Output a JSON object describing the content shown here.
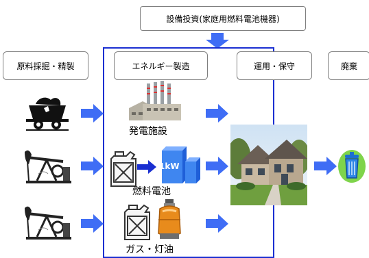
{
  "top_box": {
    "label": "設備投資(家庭用燃料電池機器)"
  },
  "stages": [
    {
      "label": "原料採掘・精製"
    },
    {
      "label": "エネルギー製造"
    },
    {
      "label": "運用・保守"
    },
    {
      "label": "廃棄"
    }
  ],
  "captions": {
    "power_plant": "発電施設",
    "fuel_cell": "燃料電池",
    "gas_kerosene": "ガス・灯油"
  },
  "fuel_cell_unit": "1kW",
  "colors": {
    "arrow_blue": "#3f6df5",
    "frame_blue": "#1a2fd1",
    "box_border": "#7f7f7f"
  },
  "icons": [
    "coal-cart-icon",
    "oil-pump-icon",
    "power-plant-icon",
    "fuel-can-icon",
    "fuel-cell-icon",
    "gas-cylinder-icon",
    "house-photo",
    "recycle-bin-icon"
  ]
}
